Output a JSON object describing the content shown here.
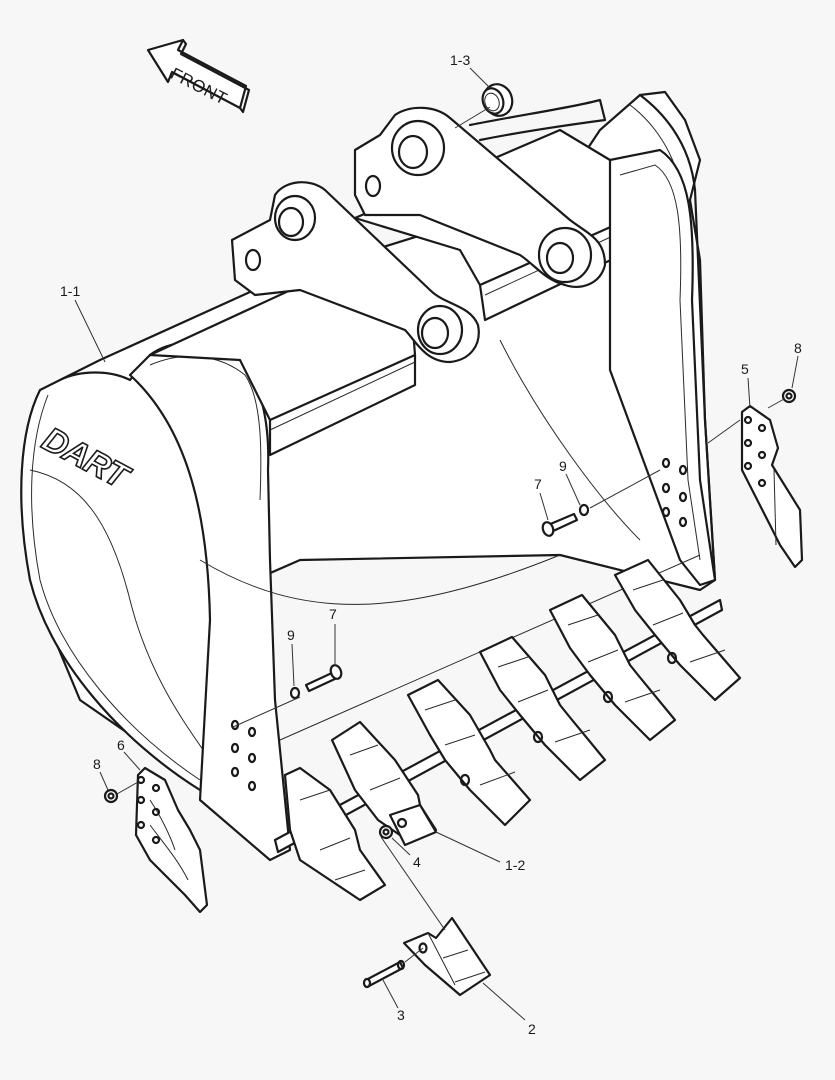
{
  "diagram": {
    "title": "Excavator bucket exploded parts view",
    "background": "#f7f7f7",
    "line_color": "#1a1a1a",
    "direction_arrow": {
      "label": "FRONT"
    },
    "brand_logo": {
      "text": "DART"
    },
    "callouts": [
      {
        "id": "c-1-3",
        "label": "1-3",
        "part": "bushing"
      },
      {
        "id": "c-1-1",
        "label": "1-1",
        "part": "bucket body"
      },
      {
        "id": "c-5",
        "label": "5",
        "part": "side cutter (right)"
      },
      {
        "id": "c-8-right",
        "label": "8",
        "part": "nut"
      },
      {
        "id": "c-9-right",
        "label": "9",
        "part": "washer"
      },
      {
        "id": "c-7-right",
        "label": "7",
        "part": "bolt"
      },
      {
        "id": "c-7-left",
        "label": "7",
        "part": "bolt"
      },
      {
        "id": "c-9-left",
        "label": "9",
        "part": "washer"
      },
      {
        "id": "c-6",
        "label": "6",
        "part": "side cutter (left)"
      },
      {
        "id": "c-8-left",
        "label": "8",
        "part": "nut"
      },
      {
        "id": "c-4",
        "label": "4",
        "part": "lock washer"
      },
      {
        "id": "c-1-2",
        "label": "1-2",
        "part": "adapter"
      },
      {
        "id": "c-3",
        "label": "3",
        "part": "pin"
      },
      {
        "id": "c-2",
        "label": "2",
        "part": "tooth"
      }
    ],
    "teeth_count": 6
  }
}
